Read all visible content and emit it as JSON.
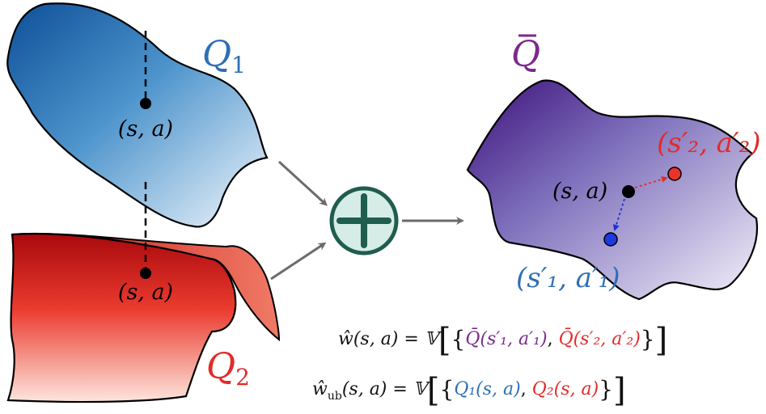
{
  "labels": {
    "q1": "Q",
    "q1_sub": "1",
    "q2": "Q",
    "q2_sub": "2",
    "qbar": "Q",
    "sa_top": "(s, a)",
    "sa_bottom": "(s, a)",
    "sa_right": "(s, a)",
    "s2a2": "(s′₂, a′₂)",
    "s1a1": "(s′₁, a′₁)"
  },
  "formulas": {
    "w_hat": "ŵ(s, a) = 𝕍[{Q̄(s′₁, a′₁), Q̄(s′₂, a′₂)}]",
    "w_ub": "ŵ_ub(s, a) = 𝕍[{Q₁(s, a), Q₂(s, a)}]"
  },
  "formula_parts": {
    "w_lhs": "ŵ(s, a) = 𝕍",
    "w_term1": "Q̄(s′₁, a′₁)",
    "w_term2": "Q̄(s′₂, a′₂)",
    "ub_lhs_main": "ŵ",
    "ub_lhs_sub": "ub",
    "ub_lhs_rest": "(s, a) = 𝕍",
    "ub_term1": "Q₁(s, a)",
    "ub_term2": "Q₂(s, a)"
  },
  "colors": {
    "q1": "#2f6fb5",
    "q2": "#e22b2b",
    "qbar": "#7b2a8c",
    "plus_fill": "#d5ede6",
    "plus_stroke": "#1f5d4f",
    "arrow": "#6b6b6b"
  }
}
